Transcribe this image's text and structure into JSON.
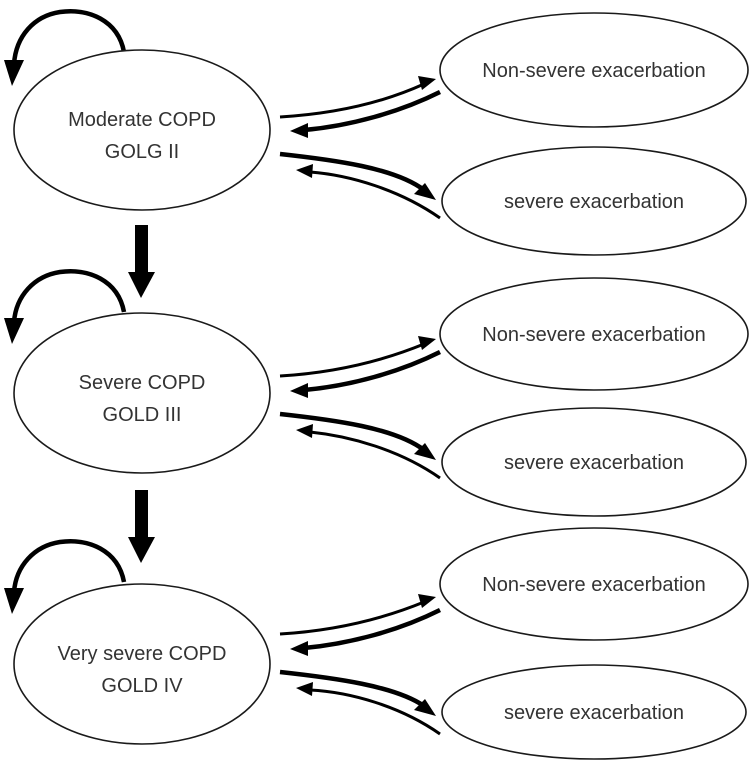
{
  "states": [
    {
      "line1": "Moderate  COPD",
      "line2": "GOLG II",
      "nonsevere": "Non-severe exacerbation",
      "severe": "severe exacerbation"
    },
    {
      "line1": "Severe  COPD",
      "line2": "GOLD III",
      "nonsevere": "Non-severe exacerbation",
      "severe": "severe exacerbation"
    },
    {
      "line1": "Very severe COPD",
      "line2": "GOLD IV",
      "nonsevere": "Non-severe exacerbation",
      "severe": "severe exacerbation"
    }
  ]
}
